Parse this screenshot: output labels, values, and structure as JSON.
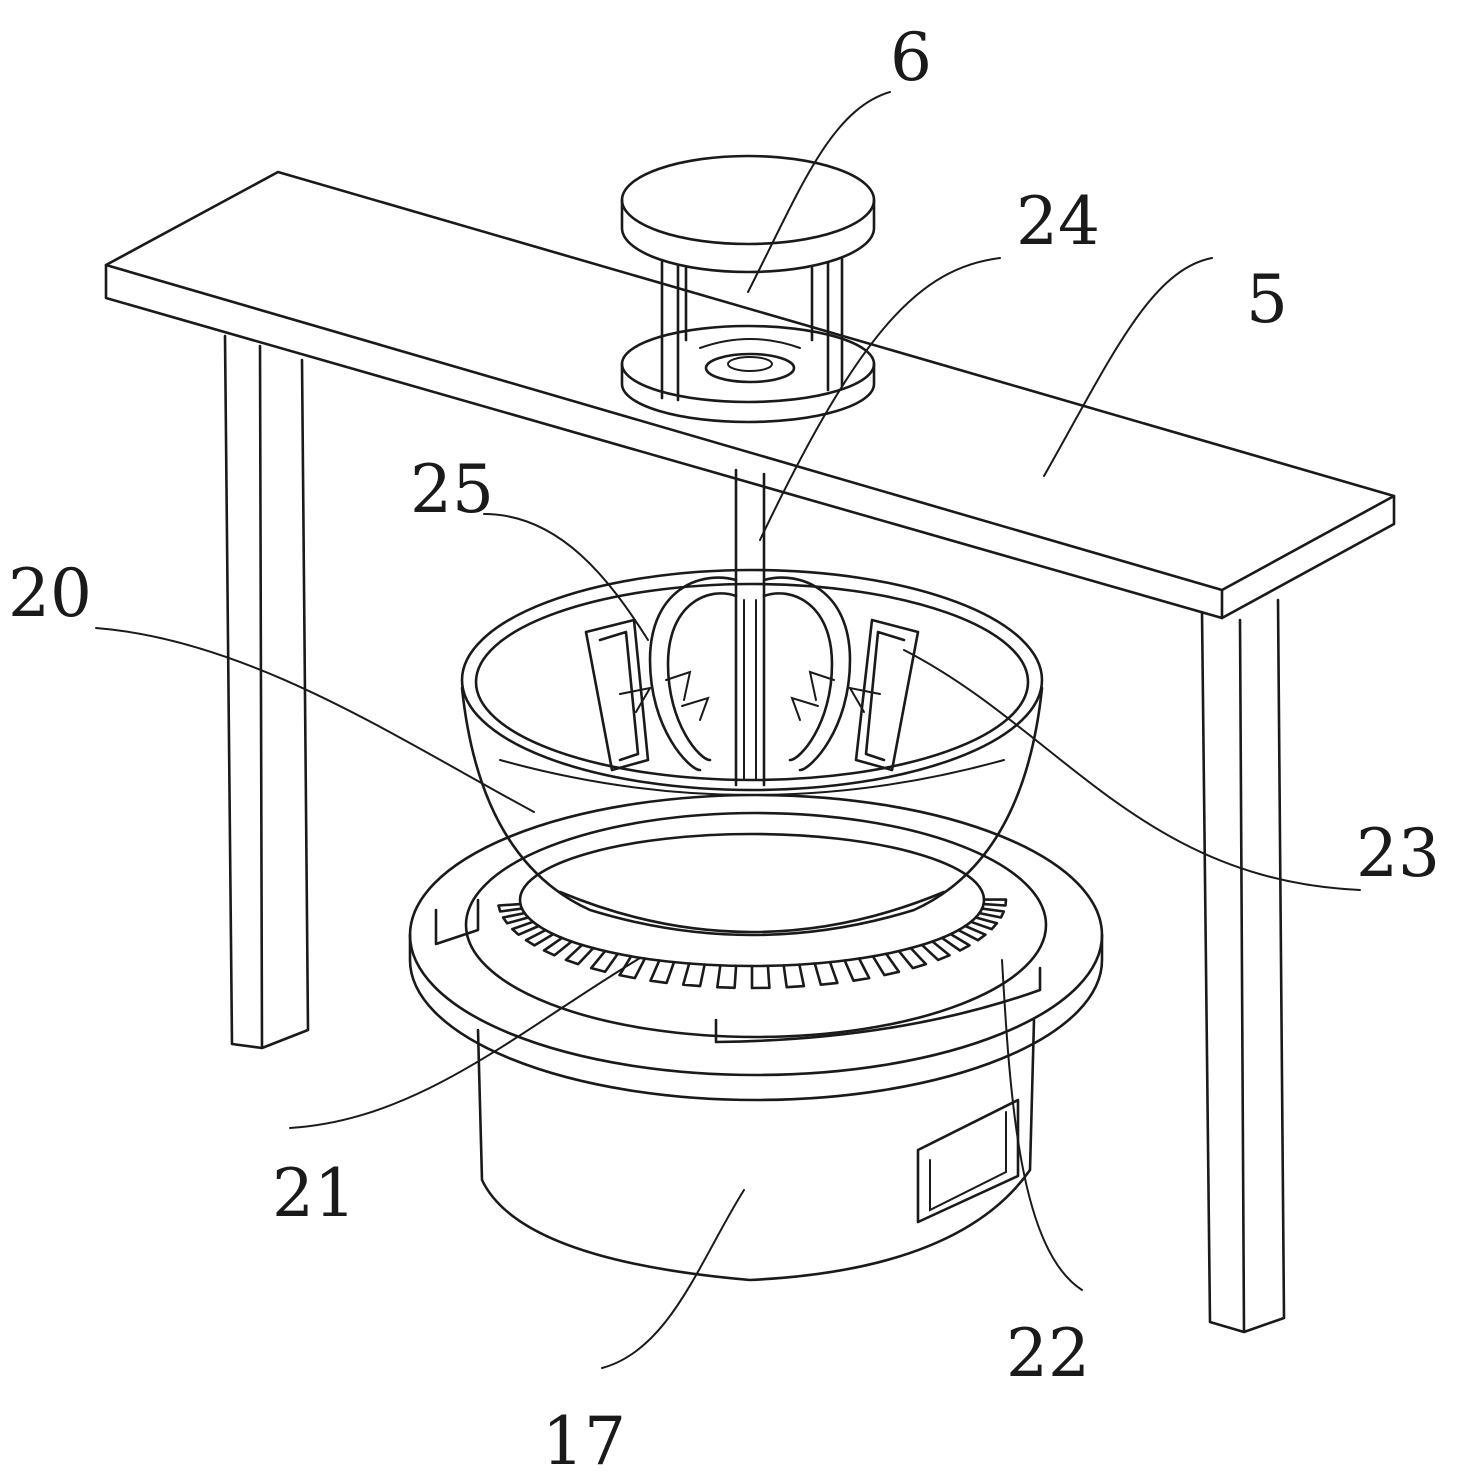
{
  "figure": {
    "labels": {
      "frame": "5",
      "motor": "6",
      "base_cylinder": "17",
      "bowl": "20",
      "gear_ring": "21",
      "track": "22",
      "paddle": "23",
      "shaft": "24",
      "stirrer": "25"
    }
  }
}
